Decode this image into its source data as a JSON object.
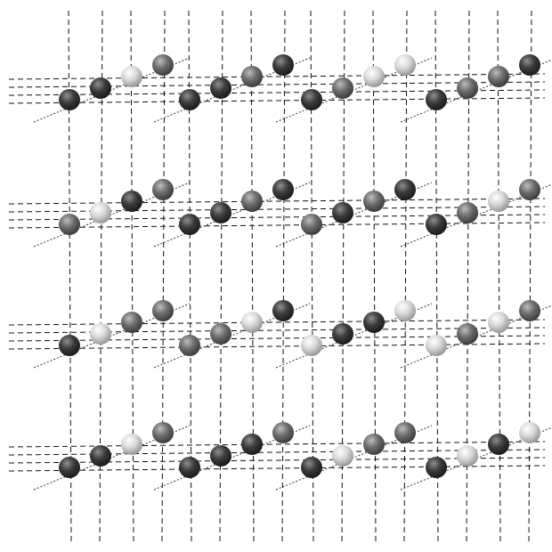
{
  "diagram": {
    "description_visible_text": "",
    "colors": {
      "background": "#ffffff",
      "grid_line": "#111111",
      "diagonal_line": "#333333"
    },
    "ball_shades": {
      "dark": {
        "base": "#3c3c3c",
        "light": "#8e8e8e",
        "edge": "#151515"
      },
      "mid": {
        "base": "#6d6d6d",
        "light": "#bdbdbd",
        "edge": "#333333"
      },
      "light": {
        "base": "#d9d9d9",
        "light": "#ffffff",
        "edge": "#8a8a8a"
      }
    },
    "layers": [
      {
        "columns": [
          [
            "dark",
            "dark",
            "light",
            "mid"
          ],
          [
            "dark",
            "dark",
            "mid",
            "dark"
          ],
          [
            "dark",
            "mid",
            "light",
            "light"
          ],
          [
            "dark",
            "mid",
            "mid",
            "dark"
          ]
        ]
      },
      {
        "columns": [
          [
            "mid",
            "light",
            "dark",
            "mid"
          ],
          [
            "dark",
            "dark",
            "mid",
            "dark"
          ],
          [
            "mid",
            "dark",
            "mid",
            "dark"
          ],
          [
            "dark",
            "mid",
            "light",
            "mid"
          ]
        ]
      },
      {
        "columns": [
          [
            "dark",
            "light",
            "mid",
            "mid"
          ],
          [
            "mid",
            "mid",
            "light",
            "dark"
          ],
          [
            "light",
            "dark",
            "dark",
            "light"
          ],
          [
            "light",
            "mid",
            "light",
            "mid"
          ]
        ]
      },
      {
        "columns": [
          [
            "dark",
            "dark",
            "light",
            "mid"
          ],
          [
            "dark",
            "dark",
            "dark",
            "mid"
          ],
          [
            "dark",
            "light",
            "mid",
            "mid"
          ],
          [
            "dark",
            "light",
            "dark",
            "light"
          ]
        ]
      }
    ]
  }
}
